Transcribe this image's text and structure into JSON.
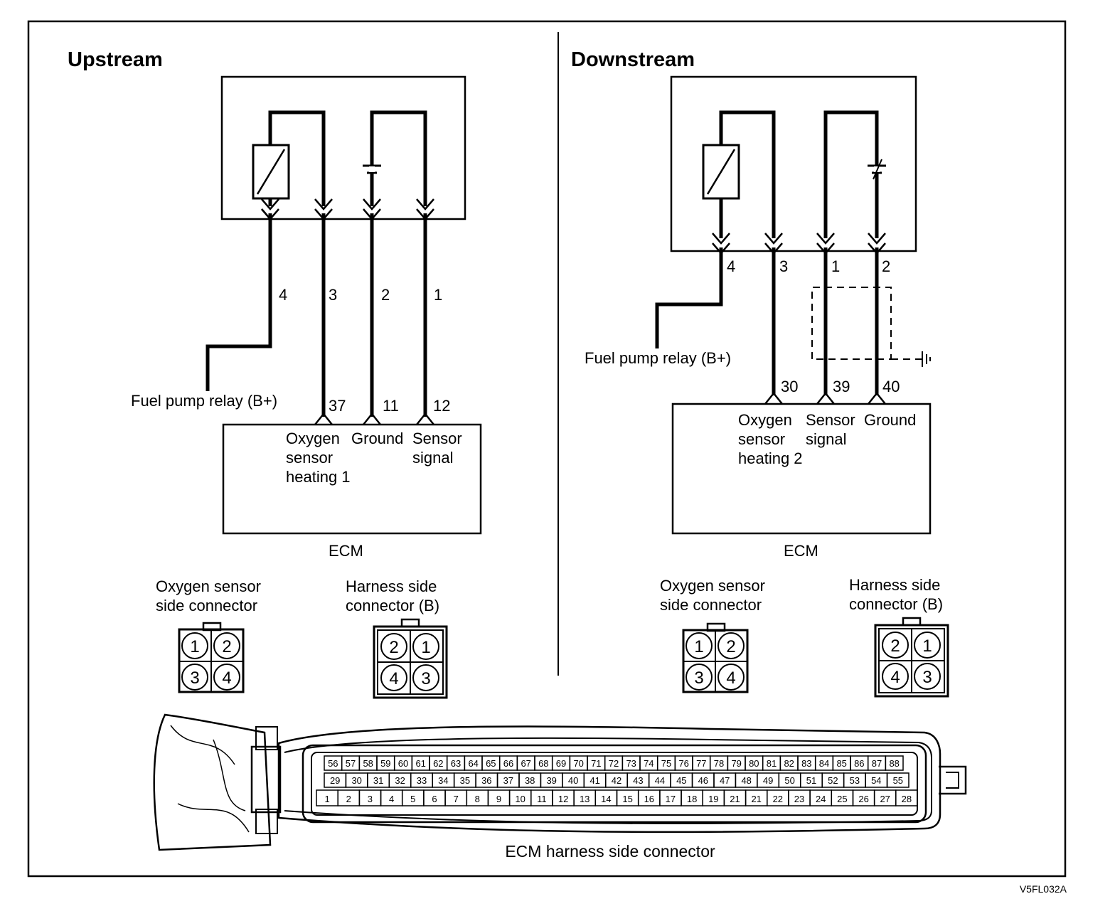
{
  "upstream": {
    "heading": "Upstream",
    "sensor_pins": [
      "4",
      "3",
      "2",
      "1"
    ],
    "ecm_pins": [
      "37",
      "11",
      "12"
    ],
    "relay_label": "Fuel pump relay (B+)",
    "ecm_labels": {
      "heating": [
        "Oxygen",
        "sensor",
        "heating 1"
      ],
      "ground": "Ground",
      "signal": [
        "Sensor",
        "signal"
      ]
    },
    "ecm_label": "ECM",
    "sensor_connector": {
      "title": [
        "Oxygen sensor",
        "side connector"
      ],
      "pins": [
        "1",
        "2",
        "3",
        "4"
      ]
    },
    "harness_connector": {
      "title": [
        "Harness side",
        "connector (B)"
      ],
      "pins": [
        "2",
        "1",
        "4",
        "3"
      ]
    }
  },
  "downstream": {
    "heading": "Downstream",
    "sensor_pins": [
      "4",
      "3",
      "1",
      "2"
    ],
    "ecm_pins": [
      "30",
      "39",
      "40"
    ],
    "relay_label": "Fuel pump relay (B+)",
    "ecm_labels": {
      "heating": [
        "Oxygen",
        "sensor",
        "heating 2"
      ],
      "signal": [
        "Sensor",
        "signal"
      ],
      "ground": "Ground"
    },
    "ecm_label": "ECM",
    "sensor_connector": {
      "title": [
        "Oxygen sensor",
        "side connector"
      ],
      "pins": [
        "1",
        "2",
        "3",
        "4"
      ]
    },
    "harness_connector": {
      "title": [
        "Harness side",
        "connector (B)"
      ],
      "pins": [
        "2",
        "1",
        "4",
        "3"
      ]
    }
  },
  "ecm_connector": {
    "label": "ECM harness side connector",
    "top_row": [
      "56",
      "57",
      "58",
      "59",
      "60",
      "61",
      "62",
      "63",
      "64",
      "65",
      "66",
      "67",
      "68",
      "69",
      "70",
      "71",
      "72",
      "73",
      "74",
      "75",
      "76",
      "77",
      "78",
      "79",
      "80",
      "81",
      "82",
      "83",
      "84",
      "85",
      "86",
      "87",
      "88"
    ],
    "middle_row": [
      "29",
      "30",
      "31",
      "32",
      "33",
      "34",
      "35",
      "36",
      "37",
      "38",
      "39",
      "40",
      "41",
      "42",
      "43",
      "44",
      "45",
      "46",
      "47",
      "48",
      "49",
      "50",
      "51",
      "52",
      "53",
      "54",
      "55"
    ],
    "bottom_row": [
      "1",
      "2",
      "3",
      "4",
      "5",
      "6",
      "7",
      "8",
      "9",
      "10",
      "11",
      "12",
      "13",
      "14",
      "15",
      "16",
      "17",
      "18",
      "19",
      "21",
      "21",
      "22",
      "23",
      "24",
      "25",
      "26",
      "27",
      "28"
    ]
  },
  "figure_code": "V5FL032A"
}
